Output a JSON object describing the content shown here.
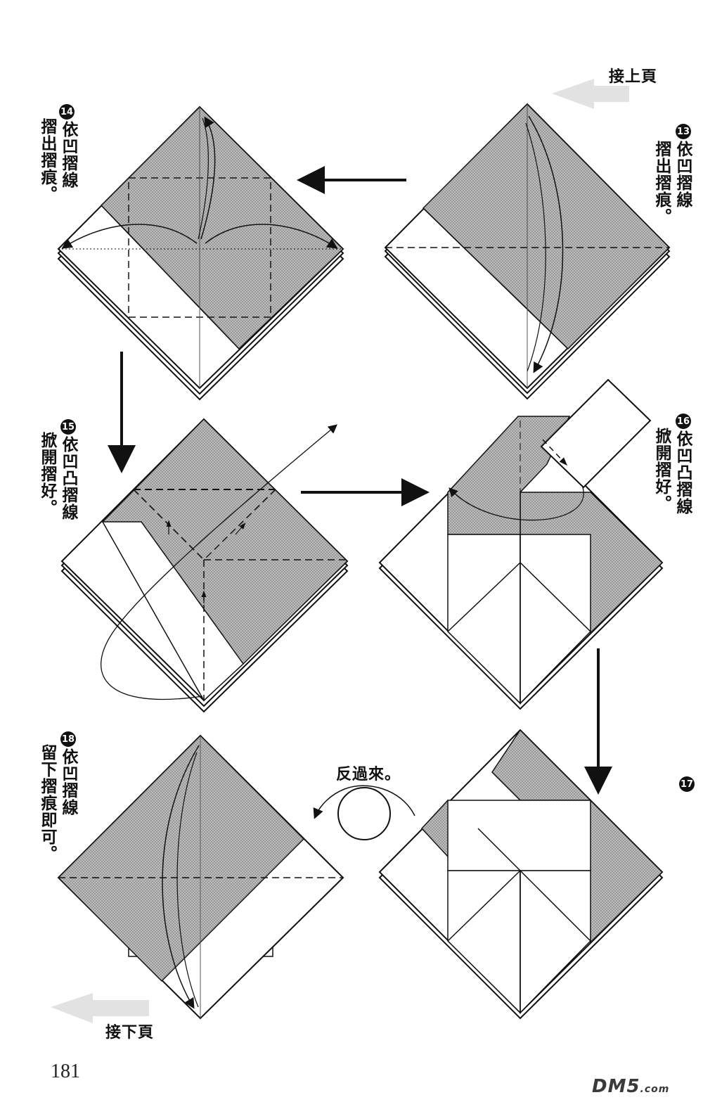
{
  "header": {
    "continue_from": "接上頁"
  },
  "footer": {
    "continue_to": "接下頁",
    "page_number": "181",
    "logo": "DM5",
    "logo_suffix": ".com"
  },
  "steps": [
    {
      "number": "13",
      "line1": "依凹摺線",
      "line2": "摺出摺痕。"
    },
    {
      "number": "14",
      "line1": "依凹摺線",
      "line2": "摺出摺痕。"
    },
    {
      "number": "15",
      "line1": "依凹凸摺線",
      "line2": "掀開摺好。"
    },
    {
      "number": "16",
      "line1": "依凹凸摺線",
      "line2": "掀開摺好。"
    },
    {
      "number": "17"
    },
    {
      "number": "18",
      "line1": "依凹摺線",
      "line2": "留下摺痕即可。"
    }
  ],
  "turn_over": {
    "label": "反過來。"
  }
}
